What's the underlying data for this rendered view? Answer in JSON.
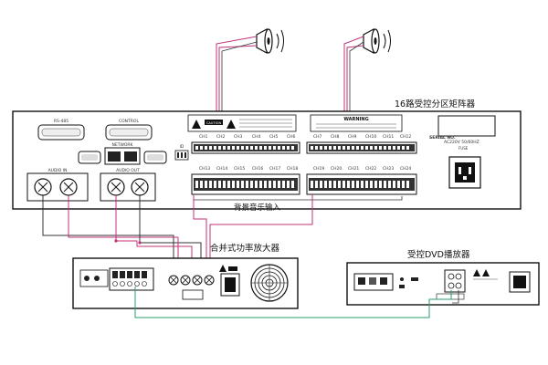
{
  "matrix": {
    "title": "16路受控分区矩阵器",
    "serial_label": "SERIAL NO.",
    "power_label": "AC220V 50/60HZ",
    "power_sub": "FUSE",
    "bgm_input_label": "背景音乐输入",
    "warning_text": "WARNING",
    "caution_text": "CAUTION",
    "channels_top_left": [
      "CH1",
      "CH2",
      "CH3",
      "CH4",
      "CH5",
      "CH6"
    ],
    "channels_top_right": [
      "CH7",
      "CH8",
      "CH9",
      "CH10",
      "CH11",
      "CH12"
    ],
    "channels_bot_left": [
      "CH13",
      "CH14",
      "CH15",
      "CH16",
      "CH17",
      "CH18"
    ],
    "channels_bot_right": [
      "CH19",
      "CH20",
      "CH21",
      "CH22",
      "CH23",
      "CH24"
    ]
  },
  "amplifier": {
    "title": "合并式功率放大器"
  },
  "dvd": {
    "title": "受控DVD播放器"
  },
  "colors": {
    "speaker_wire": "#c0307a",
    "audio_wire": "#2a9d6a",
    "frame": "#111111"
  },
  "icons": [
    "speaker-icon",
    "speaker-icon",
    "xlr-connector-icon",
    "power-socket-icon",
    "fan-grille-icon",
    "warning-triangle-icon"
  ]
}
